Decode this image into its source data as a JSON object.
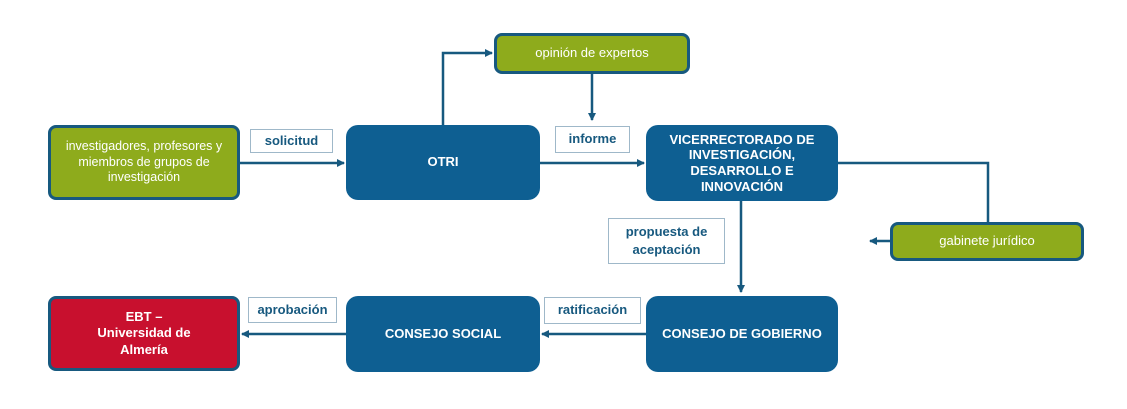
{
  "nodes": {
    "investigadores": "investigadores, profesores y miembros de grupos de investigación",
    "otri": "OTRI",
    "expertos": "opinión de expertos",
    "vicerrectorado": "VICERRECTORADO DE INVESTIGACIÓN, DESARROLLO E INNOVACIÓN",
    "gabinete": "gabinete jurídico",
    "consejo_gobierno": "CONSEJO DE GOBIERNO",
    "consejo_social": "CONSEJO SOCIAL",
    "ebt": "EBT – Universidad de Almería"
  },
  "labels": {
    "solicitud": "solicitud",
    "informe": "informe",
    "propuesta": "propuesta de aceptación",
    "ratificacion": "ratificación",
    "aprobacion": "aprobación"
  },
  "colors": {
    "green": "#8eab1c",
    "blue": "#0e5f92",
    "red": "#c8102e",
    "line": "#17597f"
  }
}
